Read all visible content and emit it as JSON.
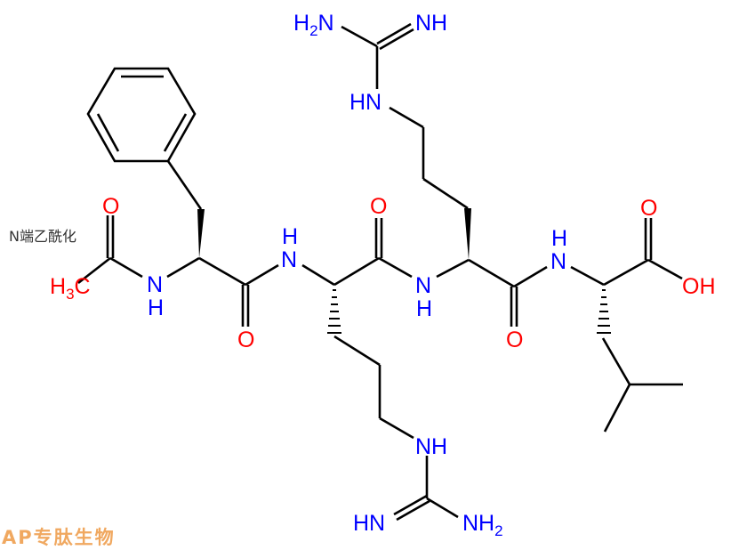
{
  "diagram": {
    "type": "chemical-structure",
    "compound": "Ac-Phe-Arg-Arg-Leu-OH",
    "annotation": "N端乙酰化",
    "watermark": "AP专肽生物",
    "residues": [
      "Ac",
      "Phe",
      "Arg",
      "Arg",
      "Leu"
    ],
    "colors": {
      "nitrogen": "#0000ff",
      "oxygen": "#ff0000",
      "carbon_bond": "#000000",
      "watermark": "#f0a860"
    },
    "labels": {
      "acetyl_ch3": "H3C",
      "acetyl_o": "O",
      "phe_nh": "N",
      "phe_nh_h": "H",
      "phe_o": "O",
      "arg1_nh": "N",
      "arg1_nh_h": "H",
      "arg1_o": "O",
      "arg1_guan_nh": "NH",
      "arg1_guan_hn": "HN",
      "arg1_guan_nh2": "NH2",
      "arg2_nh": "N",
      "arg2_nh_h": "H",
      "arg2_o": "O",
      "arg2_guan_hn": "HN",
      "arg2_guan_nh": "NH",
      "arg2_guan_h2n": "H2N",
      "leu_nh": "N",
      "leu_nh_h": "H",
      "leu_o": "O",
      "leu_oh": "OH"
    }
  }
}
